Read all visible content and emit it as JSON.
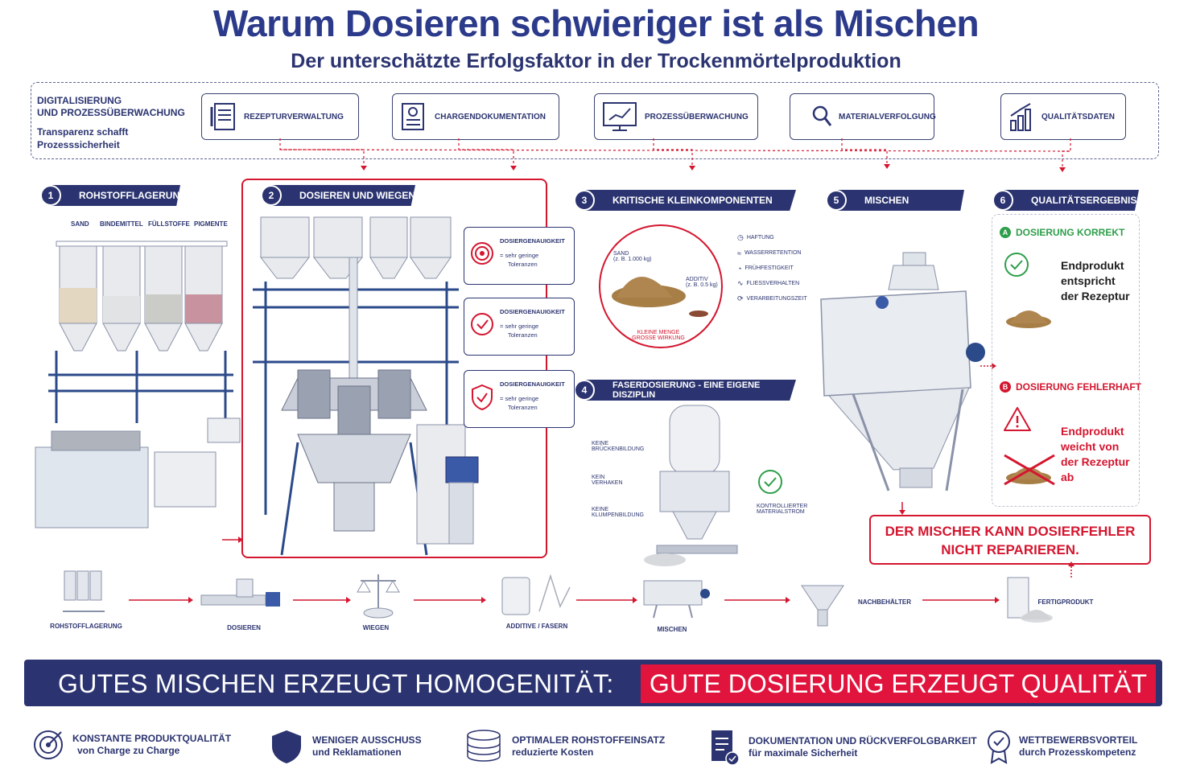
{
  "header": {
    "title": "Warum Dosieren schwieriger ist als Mischen",
    "subtitle": "Der unterschätzte Erfolgsfaktor in der Trockenmörtelproduktion"
  },
  "digital": {
    "title_line1": "DIGITALISIERUNG",
    "title_line2": "UND PROZESSÜBERWACHUNG",
    "sub_line1": "Transparenz schafft",
    "sub_line2": "Prozesssicherheit",
    "cards": [
      "REZEPTURVERWALTUNG",
      "CHARGENDOKUMENTATION",
      "PROZESSÜBERWACHUNG",
      "MATERIALVERFOLGUNG",
      "QUALITÄTSDATEN"
    ]
  },
  "sections": [
    {
      "num": "1",
      "label": "ROHSTOFFLAGERUNG"
    },
    {
      "num": "2",
      "label": "DOSIEREN UND WIEGEN"
    },
    {
      "num": "3",
      "label": "KRITISCHE KLEINKOMPONENTEN"
    },
    {
      "num": "4",
      "label": "FASERDOSIERUNG - EINE EIGENE DISZIPLIN"
    },
    {
      "num": "5",
      "label": "MISCHEN"
    },
    {
      "num": "6",
      "label": "QUALITÄTSERGEBNIS"
    }
  ],
  "silos": [
    "SAND",
    "BINDEMITTEL",
    "FÜLLSTOFFE",
    "PIGMENTE"
  ],
  "accuracy_cards": [
    {
      "title": "DOSIERGENAUIGKEIT",
      "line1": "= sehr geringe",
      "line2": "Toleranzen"
    },
    {
      "title": "DOSIERGENAUIGKEIT",
      "line1": "= sehr geringe",
      "line2": "Toleranzen"
    },
    {
      "title": "DOSIERGENAUIGKEIT",
      "line1": "= sehr geringe",
      "line2": "Toleranzen"
    }
  ],
  "small_components": {
    "sand_line1": "SAND",
    "sand_line2": "(z. B. 1.000 kg)",
    "additive_line1": "ADDITIV",
    "additive_line2": "(z. B. 0.5 kg)",
    "caption_line1": "KLEINE MENGE",
    "caption_line2": "GROSSE WIRKUNG",
    "effects": [
      "HAFTUNG",
      "WASSERRETENTION",
      "FRÜHFESTIGKEIT",
      "FLIESSVERHALTEN",
      "VERARBEITUNGSZEIT"
    ]
  },
  "fiber": {
    "items": [
      [
        "KEINE",
        "BRÜCKENBILDUNG"
      ],
      [
        "KEIN",
        "VERHAKEN"
      ],
      [
        "KEINE",
        "KLUMPENBILDUNG"
      ]
    ],
    "controlled_line1": "KONTROLLIERTER",
    "controlled_line2": "MATERIALSTROM"
  },
  "quality": {
    "ok_badge": "A",
    "ok_title": "DOSIERUNG KORREKT",
    "ok_text": [
      "Endprodukt",
      "entspricht",
      "der Rezeptur"
    ],
    "bad_badge": "B",
    "bad_title": "DOSIERUNG FEHLERHAFT",
    "bad_text": [
      "Endprodukt",
      "weicht von",
      "der Rezeptur",
      "ab"
    ]
  },
  "mixer_warning": {
    "line1": "DER MISCHER KANN DOSIERFEHLER",
    "line2": "NICHT REPARIEREN."
  },
  "process": [
    "ROHSTOFFLAGERUNG",
    "DOSIEREN",
    "WIEGEN",
    "ADDITIVE / FASERN",
    "MISCHEN",
    "NACHBEHÄLTER",
    "FERTIGPRODUKT"
  ],
  "banner": {
    "left": "GUTES MISCHEN ERZEUGT HOMOGENITÄT:",
    "right": "GUTE DOSIERUNG ERZEUGT QUALITÄT"
  },
  "benefits": [
    {
      "t1": "KONSTANTE PRODUKTQUALITÄT",
      "t2": "von Charge zu Charge",
      "icon": "target-icon"
    },
    {
      "t1": "WENIGER AUSSCHUSS",
      "t2": "und Reklamationen",
      "icon": "shield-icon"
    },
    {
      "t1": "OPTIMALER ROHSTOFFEINSATZ",
      "t2": "reduzierte Kosten",
      "icon": "coins-icon"
    },
    {
      "t1": "DOKUMENTATION UND RÜCKVERFOLGBARKEIT",
      "t2": "für maximale Sicherheit",
      "icon": "document-check-icon"
    },
    {
      "t1": "WETTBEWERBSVORTEIL",
      "t2": "durch Prozesskompetenz",
      "icon": "award-icon"
    }
  ],
  "colors": {
    "navy": "#2b3470",
    "red": "#d4162f",
    "green": "#2e9e4a"
  }
}
